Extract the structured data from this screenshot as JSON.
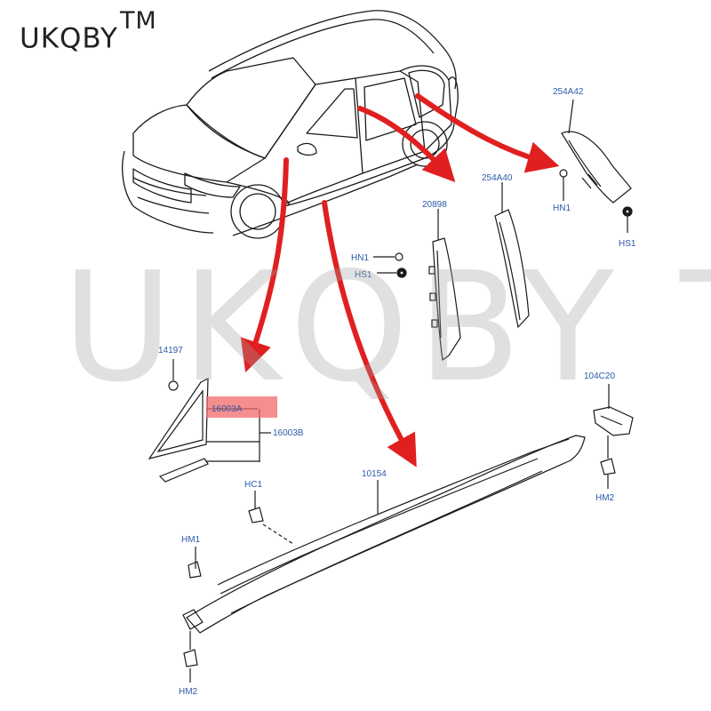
{
  "brand": {
    "name": "UKQBY",
    "trademark": "TM"
  },
  "watermark": {
    "text": "UKQBY TM"
  },
  "colors": {
    "callout_label": "#2b5aa8",
    "arrow": "#e02020",
    "highlight": "#f26a6a",
    "line_art": "#1a1a1a"
  },
  "labels": {
    "p254A42": "254A42",
    "p254A40": "254A40",
    "p20898": "20898",
    "HN1_right": "HN1",
    "HS1_right": "HS1",
    "HN1_mid": "HN1",
    "HS1_mid": "HS1",
    "p14197": "14197",
    "p16003A": "16003A",
    "p16003B": "16003B",
    "p104C20": "104C20",
    "HC1": "HC1",
    "p10154": "10154",
    "HM1": "HM1",
    "HM2_right": "HM2",
    "HM2_bottom": "HM2"
  }
}
